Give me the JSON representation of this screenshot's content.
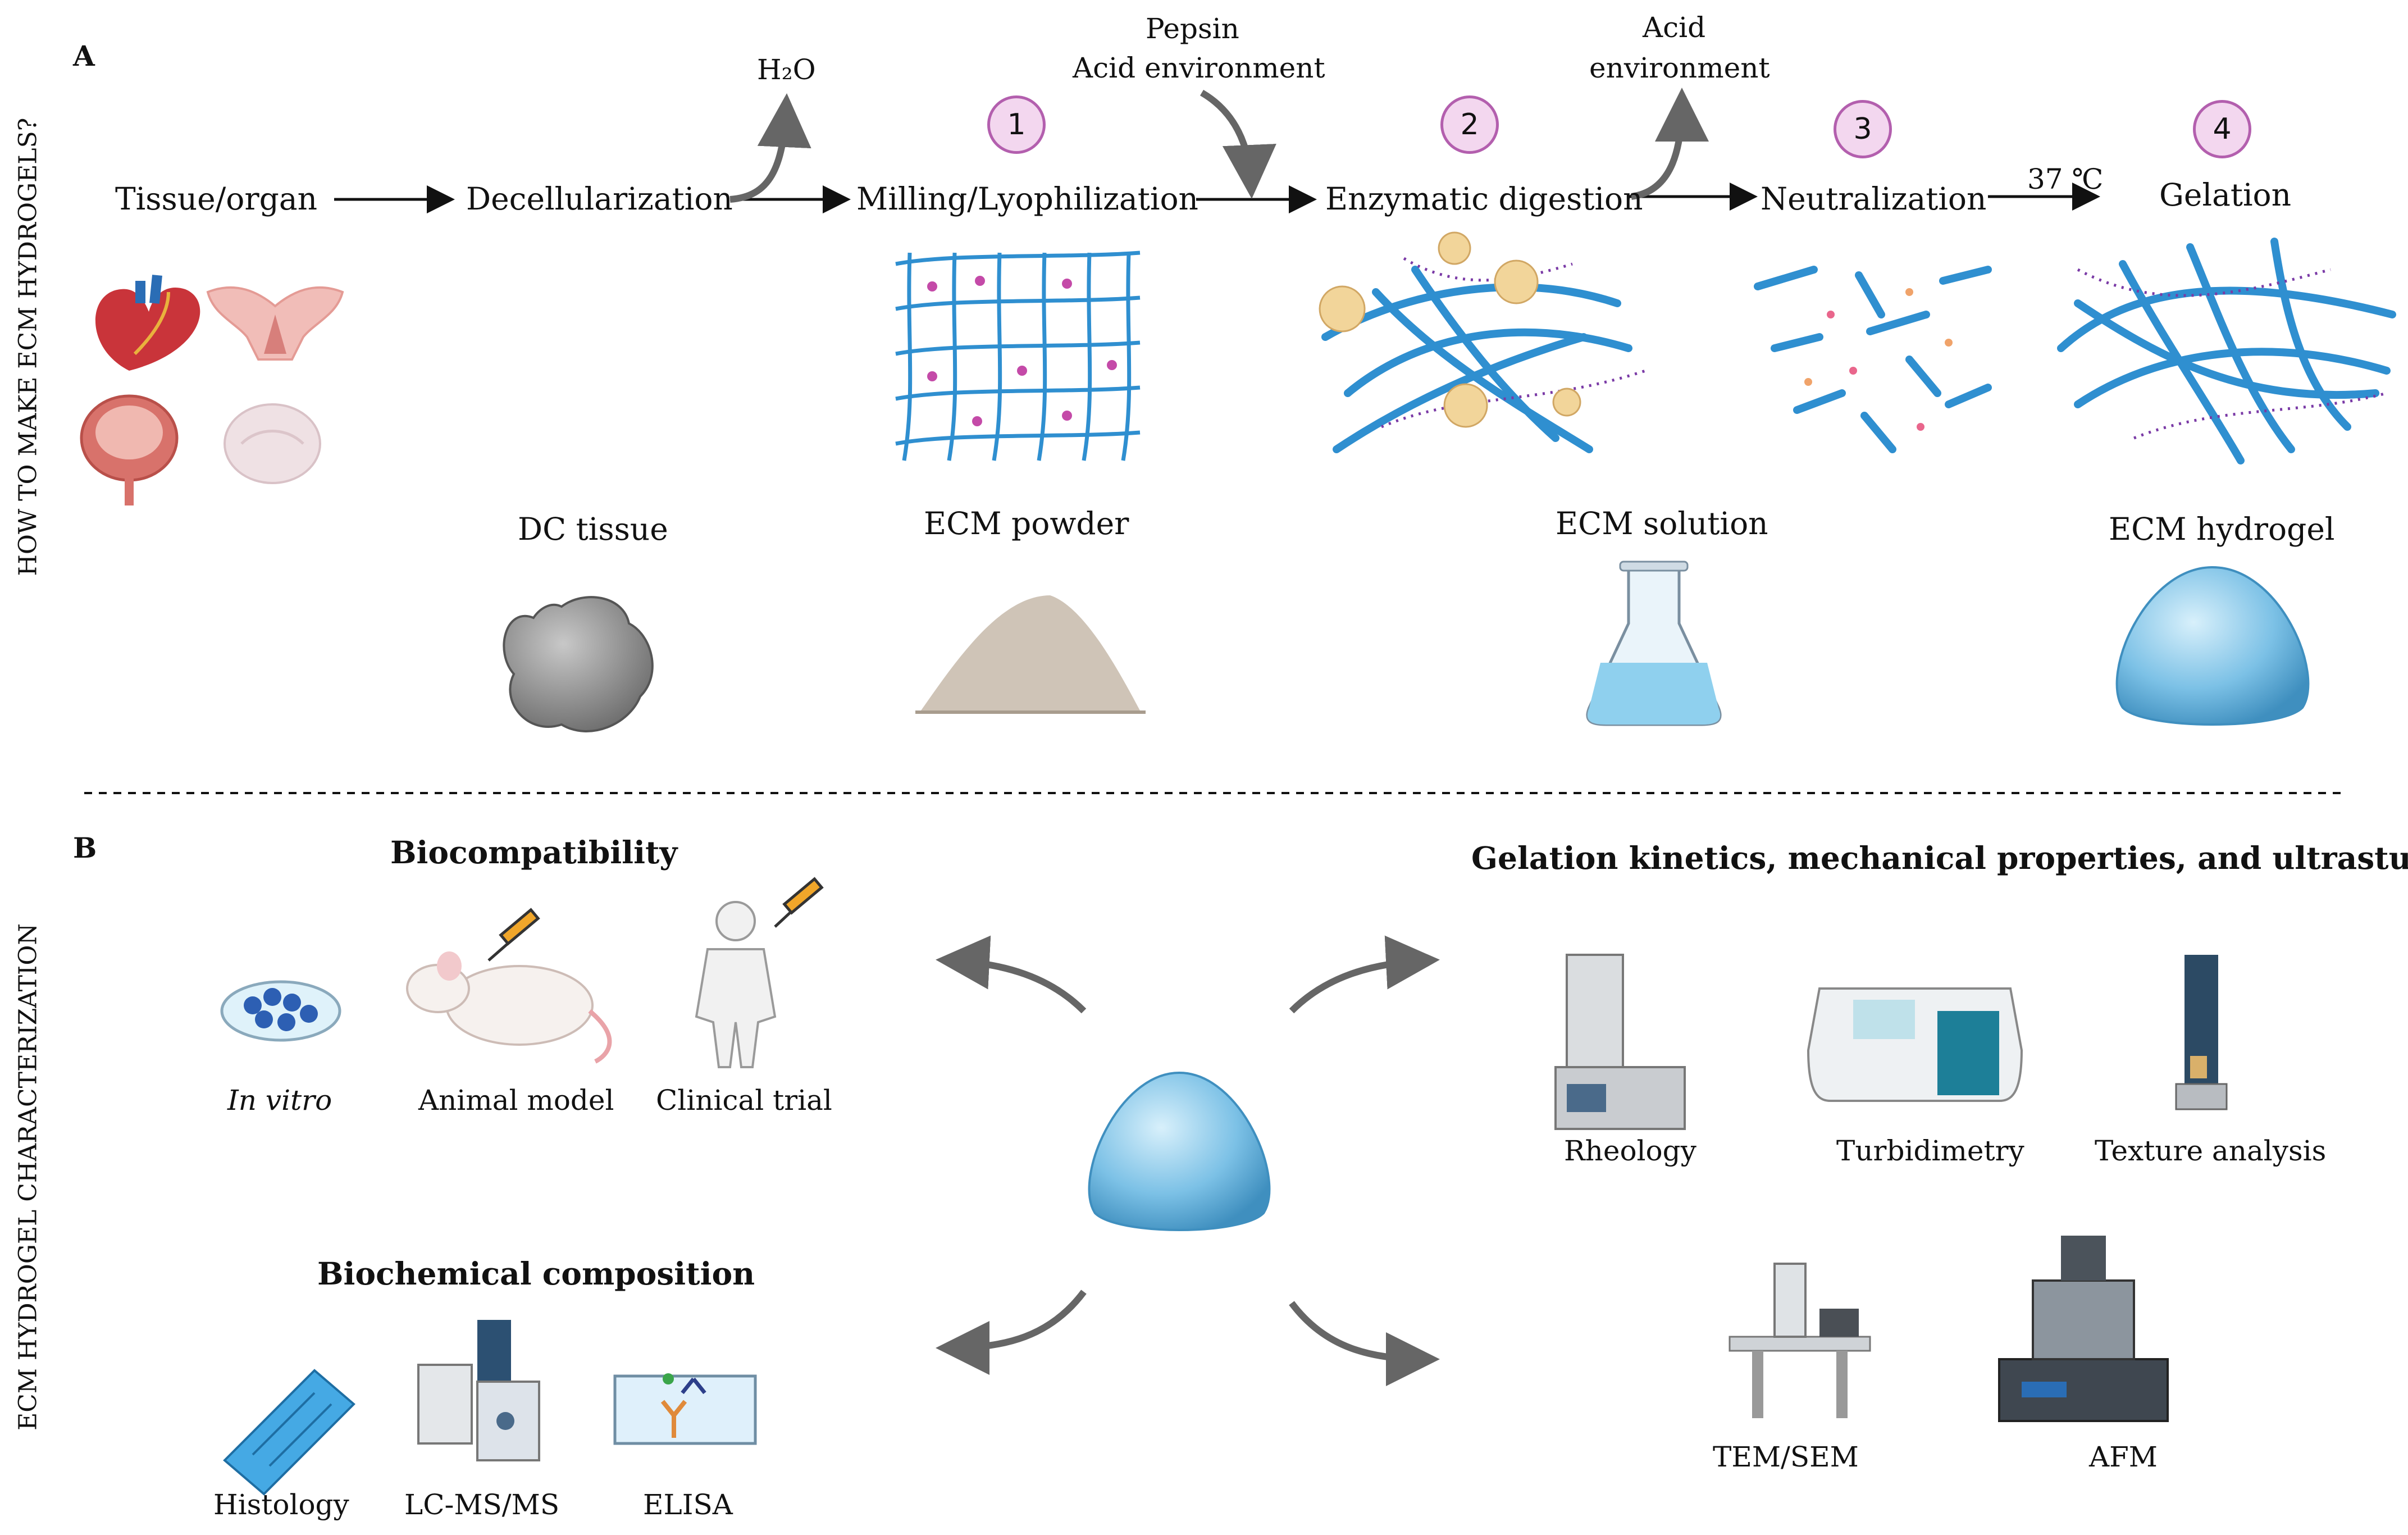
{
  "panels": {
    "a": "A",
    "b": "B"
  },
  "side_labels": {
    "top": "HOW TO MAKE ECM HYDROGELS?",
    "bottom": "ECM HYDROGEL CHARACTERIZATION"
  },
  "process": {
    "tissue": "Tissue/organ",
    "decell": "Decellularization",
    "h2o": "H₂O",
    "milling": "Milling/Lyophilization",
    "pepsin_line1": "Pepsin",
    "pepsin_line2": "Acid environment",
    "digestion": "Enzymatic digestion",
    "acid_line1": "Acid",
    "acid_line2": "environment",
    "neutralization": "Neutralization",
    "temp": "37 ℃",
    "gelation": "Gelation",
    "step_numbers": [
      "1",
      "2",
      "3",
      "4"
    ]
  },
  "products": {
    "dc_tissue": "DC tissue",
    "ecm_powder": "ECM powder",
    "ecm_solution": "ECM solution",
    "ecm_hydrogel": "ECM hydrogel"
  },
  "characterization": {
    "biocompat_title": "Biocompatibility",
    "in_vitro": "In vitro",
    "animal_model": "Animal model",
    "clinical_trial": "Clinical trial",
    "biochem_title": "Biochemical composition",
    "histology": "Histology",
    "lcms": "LC-MS/MS",
    "elisa": "ELISA",
    "gel_title": "Gelation kinetics, mechanical properties, and ultrastucture",
    "rheology": "Rheology",
    "turbidimetry": "Turbidimetry",
    "texture": "Texture analysis",
    "tem": "TEM/SEM",
    "afm": "AFM"
  },
  "colors": {
    "arrow": "#555555",
    "fiber": "#2f8fd0",
    "crosslink": "#b03aa6",
    "enzyme": "#f2d59a",
    "gel": "#7cc1e6",
    "badge": "#f3d7ef"
  }
}
